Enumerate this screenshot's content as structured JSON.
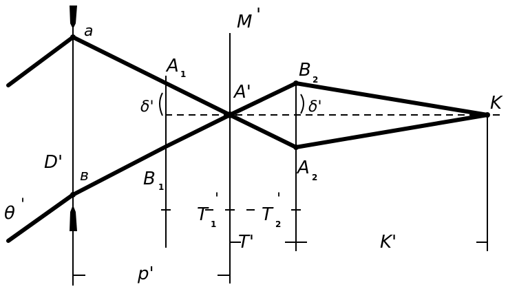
{
  "labels": {
    "a": "a",
    "b": "в",
    "M": "M",
    "prime": "'",
    "A1": "A",
    "A1_sub": "1",
    "B1": "B",
    "B1_sub": "1",
    "A_prime": "A'",
    "B2": "B",
    "B2_sub": "2",
    "A2": "A",
    "A2_sub": "2",
    "K": "K",
    "delta_left": "δ'",
    "delta_right": "δ'",
    "D": "D'",
    "theta": "θ",
    "T1": "T",
    "T1_sub": "1",
    "T2": "T",
    "T2_sub": "2",
    "T_prime": "T'",
    "P_prime": "p'",
    "K_prime": "K'"
  }
}
